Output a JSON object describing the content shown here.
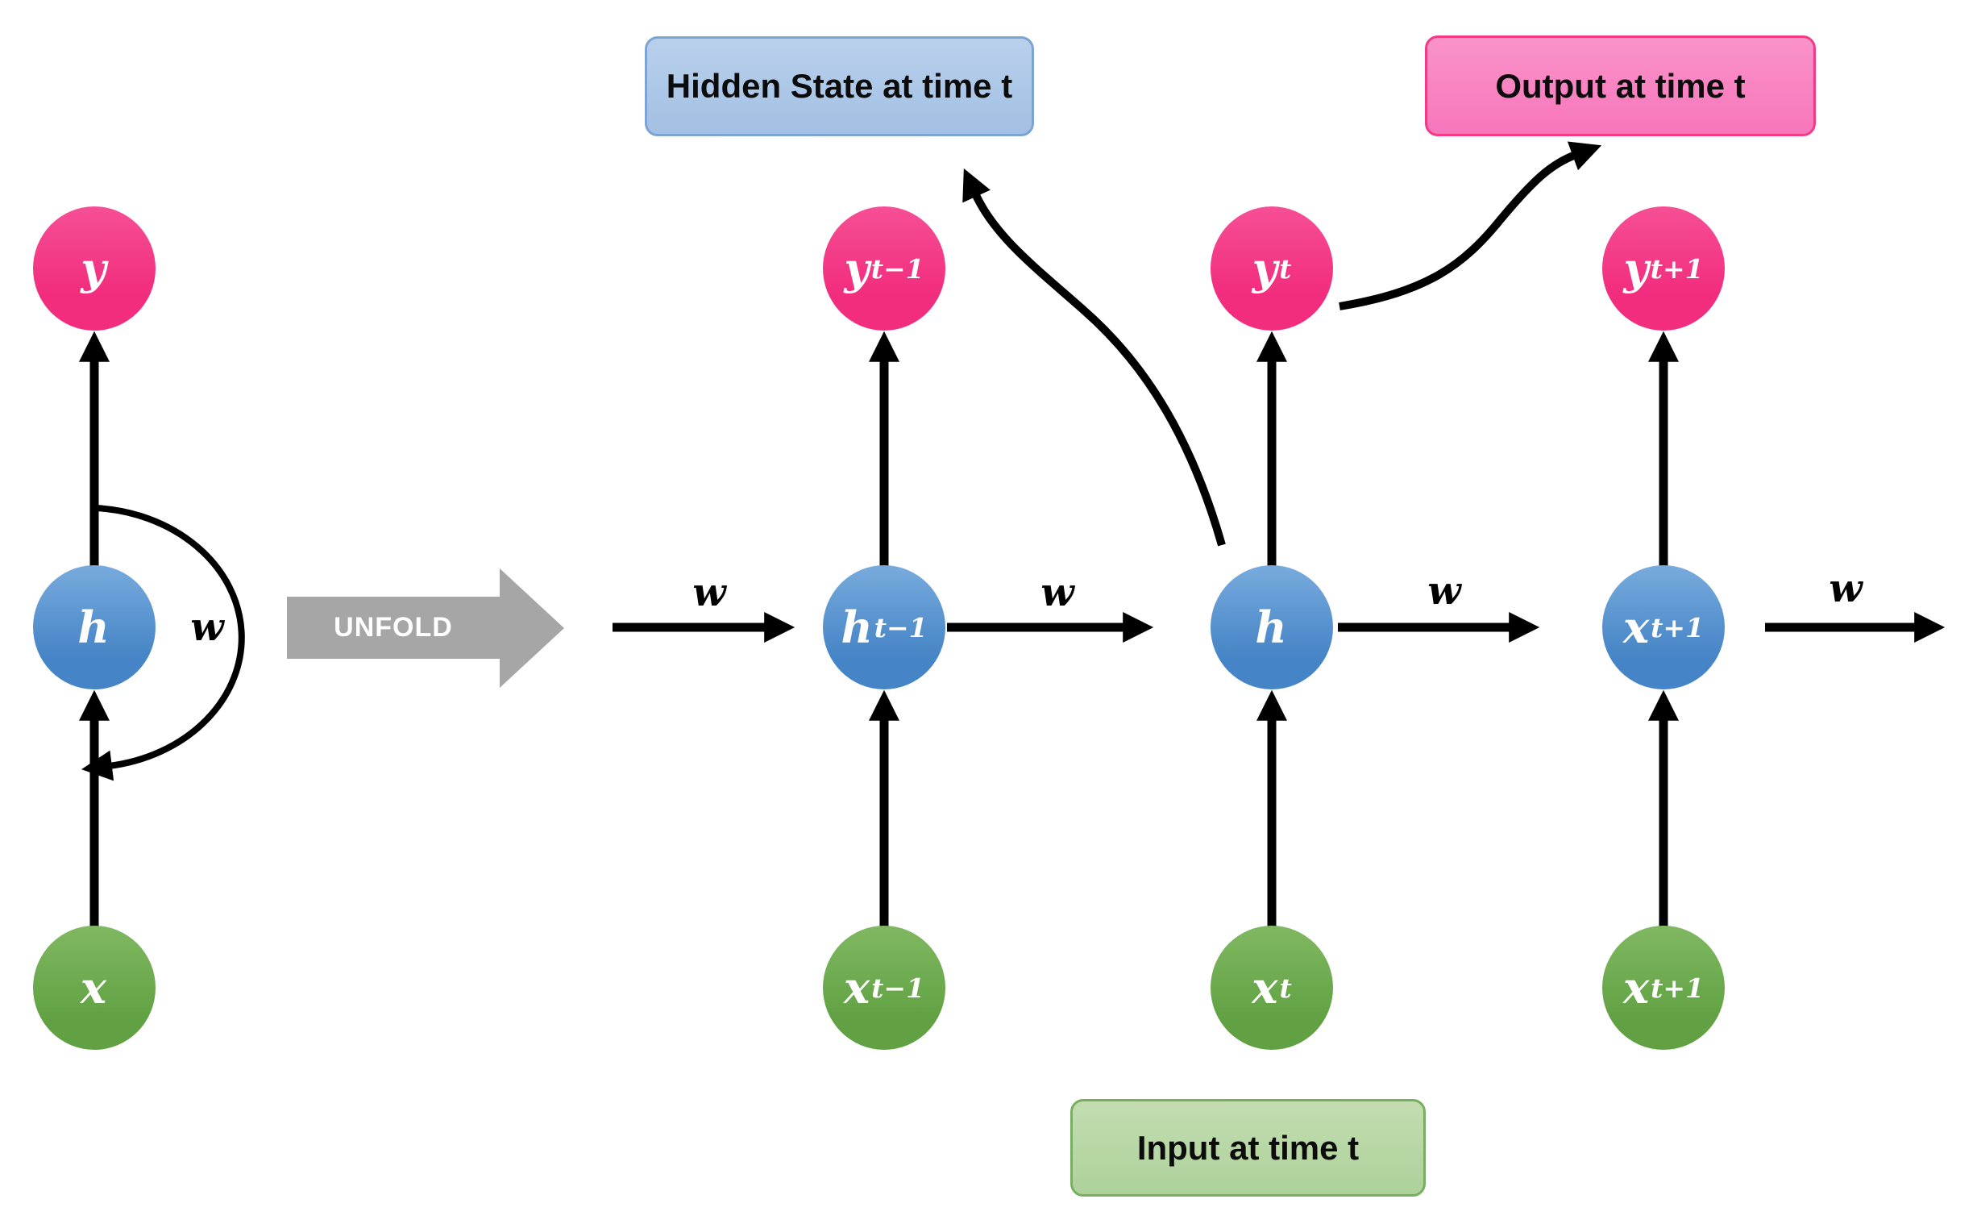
{
  "diagram_title": "RNN unfolding diagram",
  "folded": {
    "output_node": {
      "base": "y",
      "sub": ""
    },
    "hidden_node": {
      "base": "h",
      "sub": ""
    },
    "input_node": {
      "base": "x",
      "sub": ""
    },
    "loop_weight_label": "w"
  },
  "unfold_arrow": {
    "label": "UNFOLD"
  },
  "unfolded": {
    "columns": [
      {
        "output": {
          "base": "y",
          "sub": "t−1"
        },
        "hidden": {
          "base": "h",
          "sub": "t−1"
        },
        "input": {
          "base": "x",
          "sub": "t−1"
        }
      },
      {
        "output": {
          "base": "y",
          "sub": "t"
        },
        "hidden": {
          "base": "h",
          "sub": ""
        },
        "input": {
          "base": "x",
          "sub": "t"
        }
      },
      {
        "output": {
          "base": "y",
          "sub": "t+1"
        },
        "hidden": {
          "base": "x",
          "sub": "t+1"
        },
        "input": {
          "base": "x",
          "sub": "t+1"
        }
      }
    ],
    "weight_labels": [
      "w",
      "w",
      "w",
      "w"
    ]
  },
  "annotations": {
    "hidden_state": "Hidden State at time t",
    "output": "Output at time t",
    "input": "Input at time t"
  },
  "colors": {
    "output_node": "#f43183",
    "hidden_node": "#5591ce",
    "input_node": "#6aaa4b",
    "hidden_state_box": "#aec9e8",
    "output_box": "#f887c4",
    "input_box": "#b7d8a3",
    "unfold_gray": "#a6a6a6",
    "arrow_black": "#000000"
  }
}
